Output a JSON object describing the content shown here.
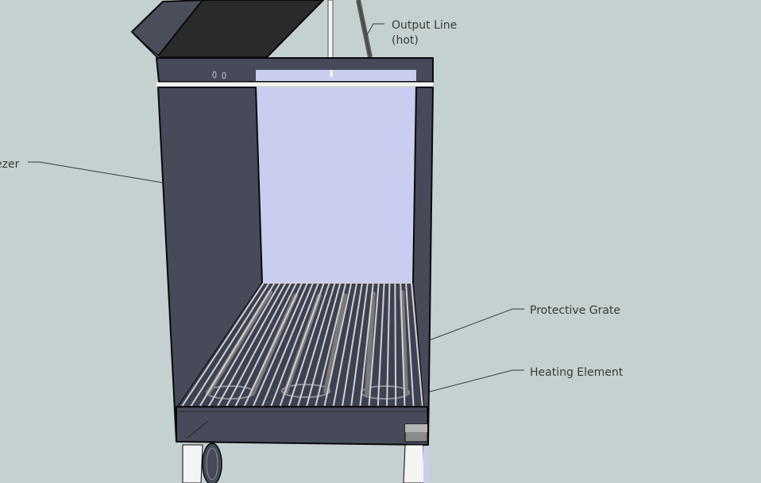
{
  "colors": {
    "background": "#c5d0d0",
    "inner_panel": "#c9cdf0",
    "side_wall": "#474a59",
    "lid": "#2a2a2a",
    "grate_bar": "#d0d0d8",
    "heating_element": "#7a7a78"
  },
  "labels": {
    "output_line": [
      "Output Line",
      "(hot)"
    ],
    "left_partial": "ezer",
    "protective_grate": "Protective Grate",
    "heating_element": "Heating Element"
  }
}
